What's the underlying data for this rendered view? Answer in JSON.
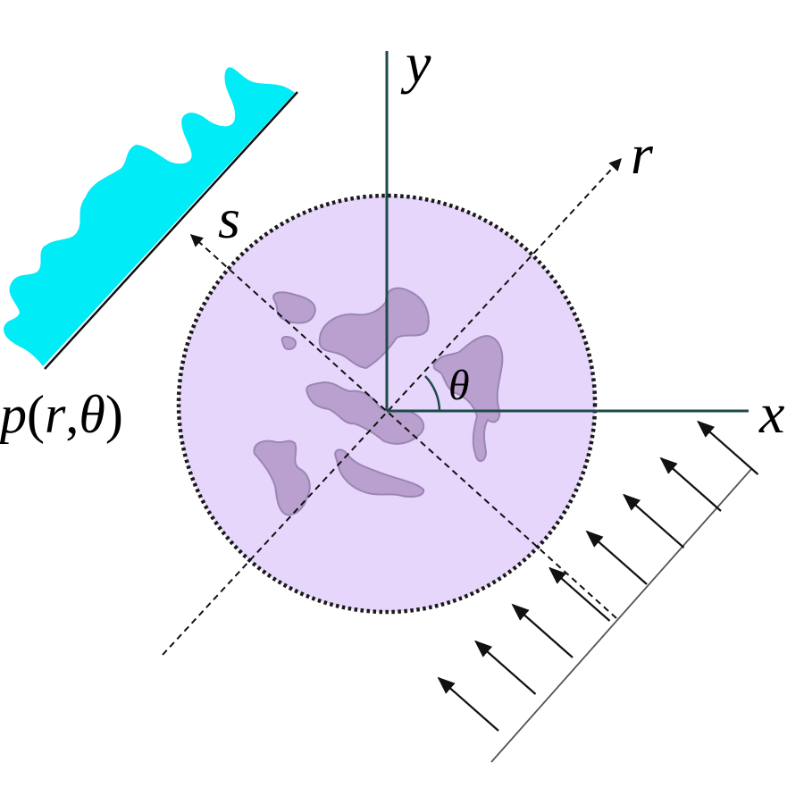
{
  "labels": {
    "y_axis": "y",
    "x_axis": "x",
    "r_axis": "r",
    "s_axis": "s",
    "angle": "θ",
    "projection": {
      "p": "p",
      "open": "(",
      "r": "r",
      "comma": ",",
      "theta": "θ",
      "close": ")"
    }
  },
  "colors": {
    "object_fill": "#e6d6fb",
    "object_border": "#1a1a1a",
    "blob_fill": "#b9a0cf",
    "blob_stroke": "#9a86b4",
    "axis": "#1f4a4a",
    "projection_fill": "#00ecf6",
    "arrow": "#111111"
  },
  "beam": {
    "ray_count": 8
  }
}
